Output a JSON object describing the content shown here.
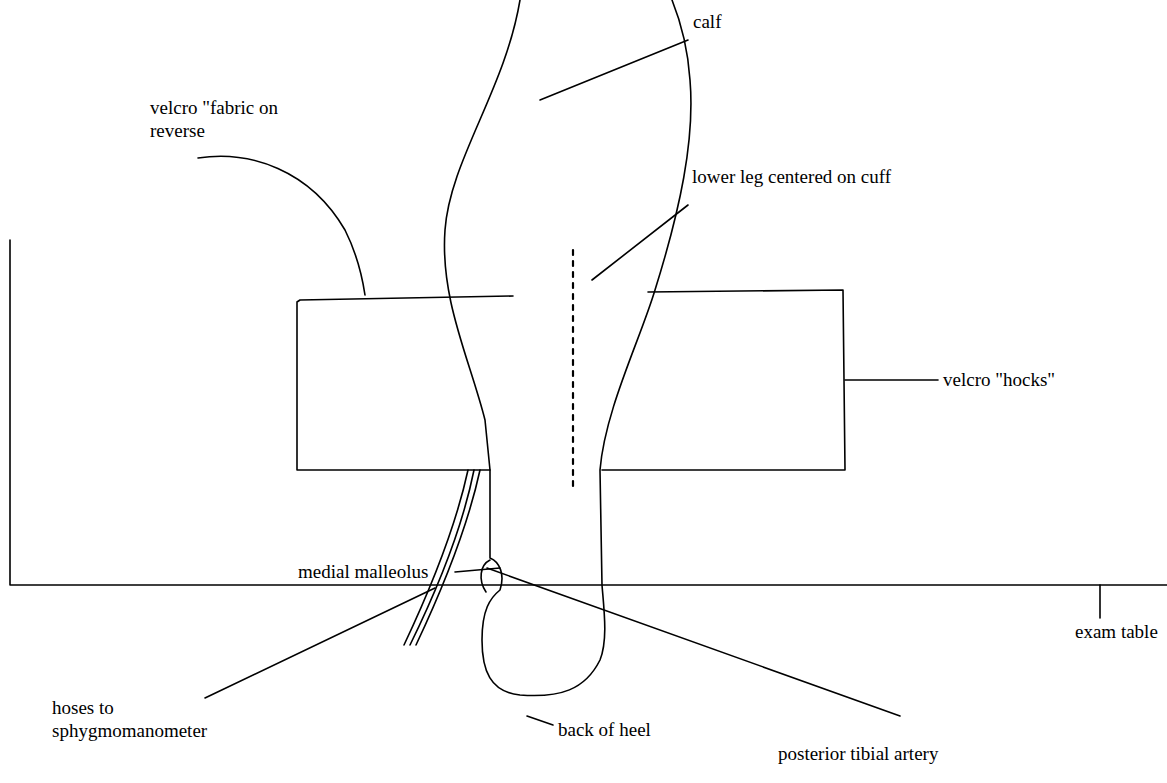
{
  "diagram": {
    "labels": [
      "calf",
      "velcro \"fabric on reverse",
      "lower leg centered on cuff",
      "velcro \"hocks\"",
      "medial malleolus",
      "exam table",
      "hoses to sphygmomanometer",
      "back of heel",
      "posterior tibial artery"
    ]
  }
}
